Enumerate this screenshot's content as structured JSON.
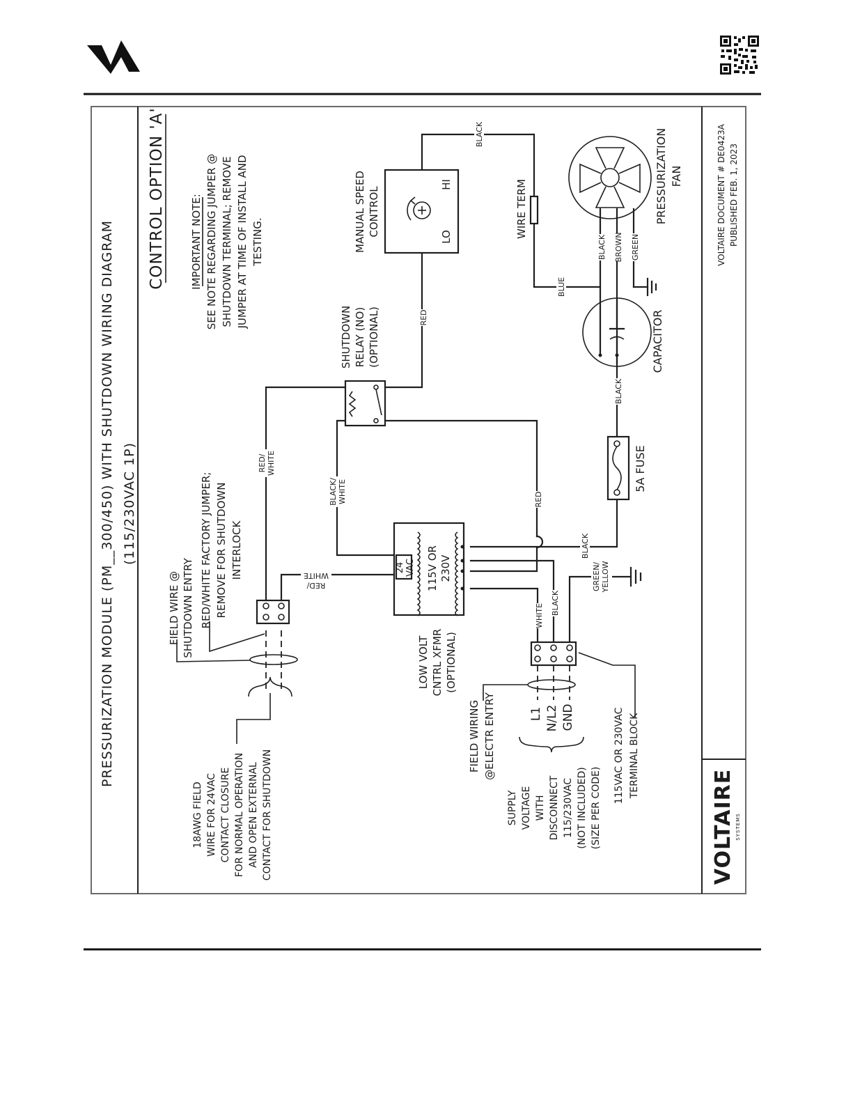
{
  "header": {
    "logo_text": "VA"
  },
  "diagram": {
    "title_line1": "PRESSURIZATION MODULE (PM__300/450) WITH SHUTDOWN WIRING DIAGRAM",
    "title_line2": "(115/230VAC 1P)",
    "control_option": "CONTROL OPTION 'A'",
    "note": {
      "heading": "IMPORTANT NOTE:",
      "lines": [
        "SEE NOTE REGARDING JUMPER @",
        "SHUTDOWN TERMINAL; REMOVE",
        "JUMPER AT TIME OF INSTALL AND",
        "TESTING."
      ]
    },
    "field_wire_note": [
      "18AWG FIELD",
      "WIRE FOR 24VAC",
      "CONTACT CLOSURE",
      "FOR NORMAL OPERATION",
      "AND OPEN EXTERNAL",
      "CONTACT FOR SHUTDOWN"
    ],
    "field_wire_entry": [
      "FIELD WIRE @",
      "SHUTDOWN ENTRY"
    ],
    "jumper_note": [
      "RED/WHITE FACTORY JUMPER;",
      "REMOVE FOR SHUTDOWN",
      "INTERLOCK"
    ],
    "transformer": {
      "secondary": [
        "24",
        "VAC"
      ],
      "primary": [
        "115V OR",
        "230V"
      ]
    },
    "transformer_label": [
      "LOW VOLT",
      "CNTRL XFMR",
      "(OPTIONAL)"
    ],
    "relay_label": [
      "SHUTDOWN",
      "RELAY (NO)",
      "(OPTIONAL)"
    ],
    "speed_control": {
      "label": [
        "MANUAL SPEED",
        "CONTROL"
      ],
      "lo": "LO",
      "hi": "HI"
    },
    "wire_term": "WIRE TERM",
    "fan_label": [
      "PRESSURIZATION",
      "FAN"
    ],
    "capacitor": "CAPACITOR",
    "fuse": "5A FUSE",
    "terminals": [
      "L1",
      "N/L2",
      "GND"
    ],
    "field_wiring": [
      "FIELD WIRING",
      "@ELECTR ENTRY"
    ],
    "supply_note": [
      "SUPPLY",
      "VOLTAGE",
      "WITH",
      "DISCONNECT",
      "115/230VAC",
      "(NOT INCLUDED)",
      "(SIZE PER CODE)"
    ],
    "terminal_block": [
      "115VAC OR 230VAC",
      "TERMINAL BLOCK"
    ],
    "wire_labels": {
      "black": "BLACK",
      "red": "RED",
      "blue": "BLUE",
      "brown": "BROWN",
      "green": "GREEN",
      "white": "WHITE",
      "red_white_a": "RED/",
      "red_white_b": "WHITE",
      "black_white_a": "BLACK/",
      "black_white_b": "WHITE",
      "green_yellow_a": "GREEN/",
      "green_yellow_b": "YELLOW"
    }
  },
  "title_block": {
    "brand": "VOLTAIRE",
    "brand_sub": "SYSTEMS",
    "document": "VOLTAIRE DOCUMENT # DE0423A",
    "published": "PUBLISHED FEB. 1, 2023"
  }
}
